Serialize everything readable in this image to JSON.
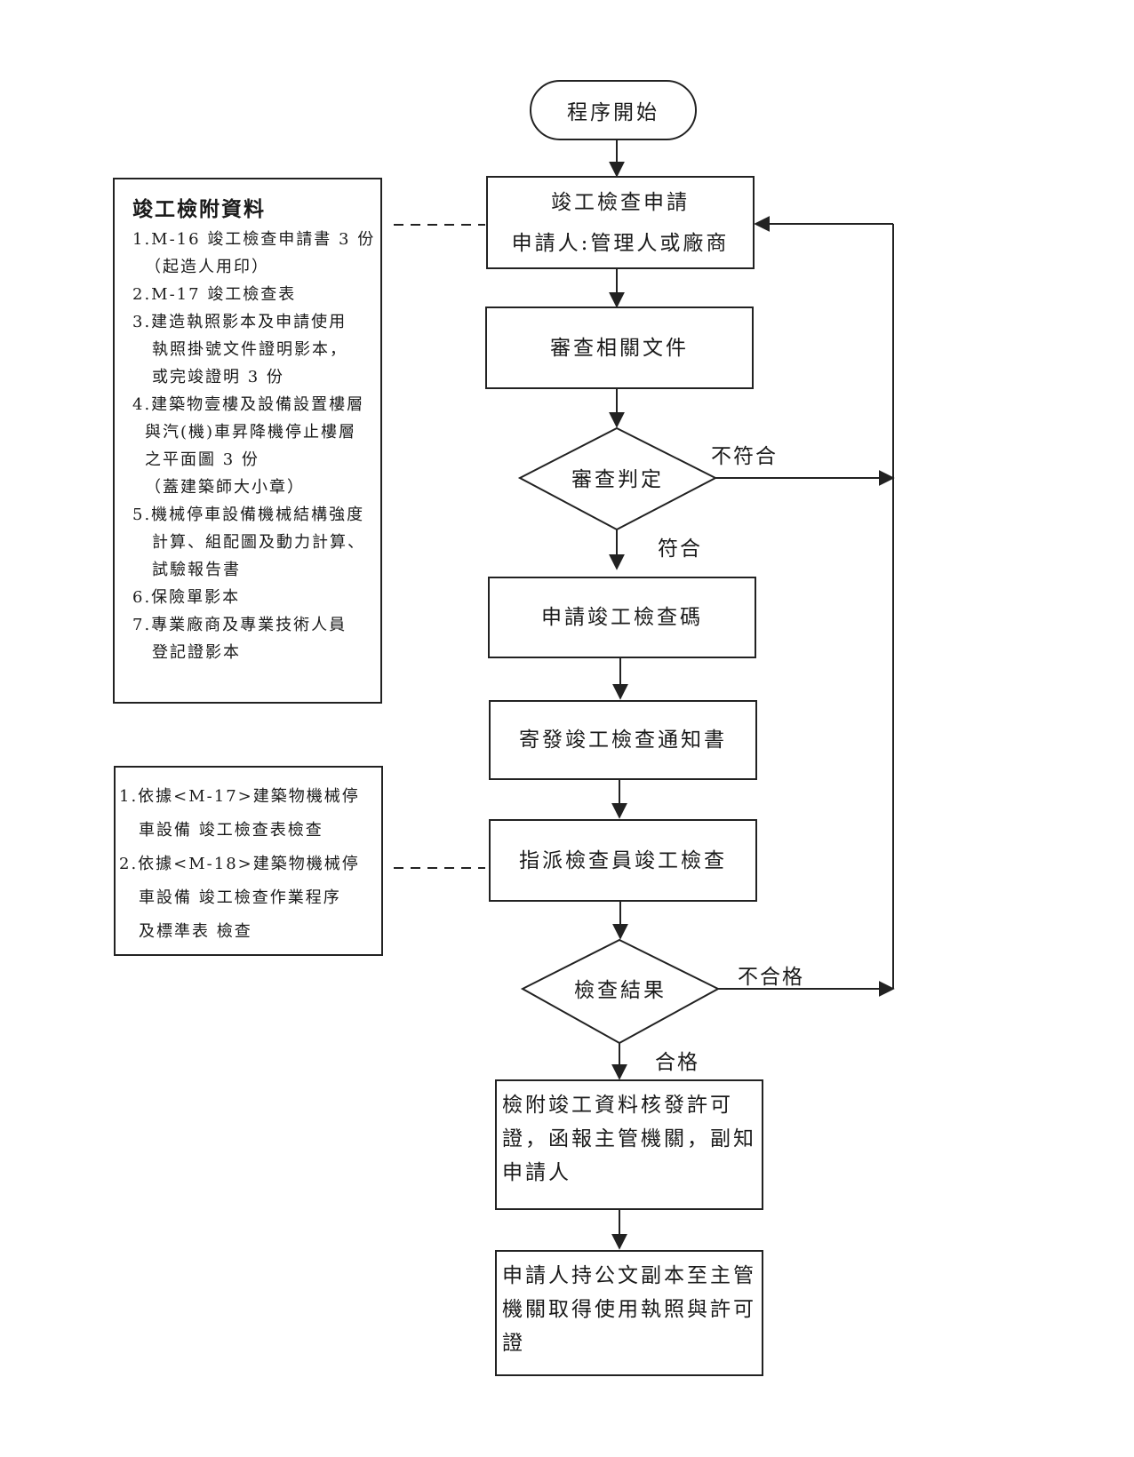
{
  "start": "程序開始",
  "steps": {
    "apply_line1": "竣工檢查申請",
    "apply_line2": "申請人:管理人或廠商",
    "review_docs": "審查相關文件",
    "decision1": "審查判定",
    "decision1_fail": "不符合",
    "decision1_pass": "符合",
    "apply_code": "申請竣工檢查碼",
    "send_notice": "寄發竣工檢查通知書",
    "assign_inspector": "指派檢查員竣工檢查",
    "decision2": "檢查結果",
    "decision2_fail": "不合格",
    "decision2_pass": "合格",
    "issue_permit": "檢附竣工資料核發許可證，函報主管機關，副知申請人",
    "final": "申請人持公文副本至主管機關取得使用執照與許可證"
  },
  "attachments": {
    "title": "竣工檢附資料",
    "lines": [
      "1.M-16 竣工檢查申請書 3 份",
      "（起造人用印）",
      "2.M-17 竣工檢查表",
      "3.建造執照影本及申請使用",
      "執照掛號文件證明影本，",
      "或完竣證明 3 份",
      "4.建築物壹樓及設備設置樓層",
      "與汽(機)車昇降機停止樓層",
      "之平面圖 3 份",
      "（蓋建築師大小章）",
      "5.機械停車設備機械結構強度",
      "計算、組配圖及動力計算、",
      "試驗報告書",
      "6.保險單影本",
      "7.專業廠商及專業技術人員",
      "登記證影本"
    ]
  },
  "inspection_basis": {
    "lines": [
      "1.依據<M-17>建築物機械停",
      "車設備 竣工檢查表檢查",
      "2.依據<M-18>建築物機械停",
      "車設備 竣工檢查作業程序",
      "及標準表 檢查"
    ]
  }
}
